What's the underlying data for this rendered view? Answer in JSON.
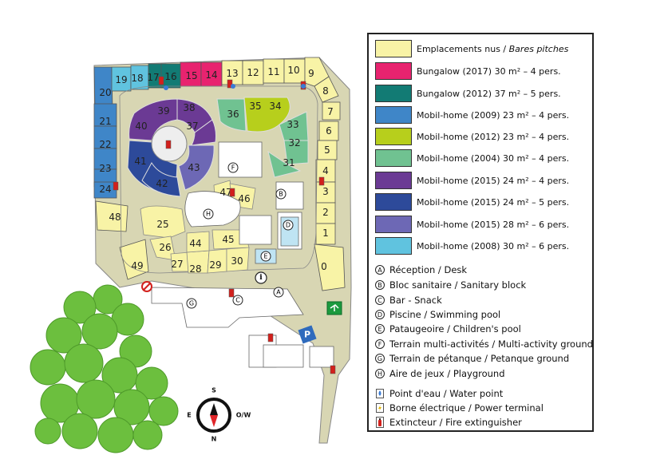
{
  "legend": {
    "categories": [
      {
        "label": "Emplacements nus / ",
        "label_italic": "Bares pitches",
        "color": "#f8f3a6"
      },
      {
        "label": "Bungalow (2017) 30 m² – 4 pers.",
        "label_italic": "",
        "color": "#e8236f"
      },
      {
        "label": "Bungalow (2012) 37 m² – 5 pers.",
        "label_italic": "",
        "color": "#127b74"
      },
      {
        "label": "Mobil-home (2009) 23 m² – 4 pers.",
        "label_italic": "",
        "color": "#3f86c8"
      },
      {
        "label": "Mobil-home (2012) 23 m² – 4 pers.",
        "label_italic": "",
        "color": "#b7cf1c"
      },
      {
        "label": "Mobil-home (2004) 30 m² – 4 pers.",
        "label_italic": "",
        "color": "#70c291"
      },
      {
        "label": "Mobil-home (2015) 24 m² – 4 pers.",
        "label_italic": "",
        "color": "#6b3a94"
      },
      {
        "label": "Mobil-home (2015) 24 m² – 5 pers.",
        "label_italic": "",
        "color": "#2d4a9a"
      },
      {
        "label": "Mobil-home (2015) 28 m² – 6 pers.",
        "label_italic": "",
        "color": "#6d68b5"
      },
      {
        "label": "Mobil-home (2008) 30 m² – 6 pers.",
        "label_italic": "",
        "color": "#60c3df"
      }
    ],
    "facilities": [
      {
        "letter": "A",
        "label": "Réception / Desk"
      },
      {
        "letter": "B",
        "label": "Bloc sanitaire / Sanitary block"
      },
      {
        "letter": "C",
        "label": "Bar - Snack"
      },
      {
        "letter": "D",
        "label": "Piscine / Swimming pool"
      },
      {
        "letter": "E",
        "label": "Pataugeoire / Children's pool"
      },
      {
        "letter": "F",
        "label": "Terrain multi-activités / Multi-activity ground"
      },
      {
        "letter": "G",
        "label": "Terrain de pétanque / Petanque ground"
      },
      {
        "letter": "H",
        "label": "Aire de jeux / Playground"
      }
    ],
    "symbols": [
      {
        "icon": "water-point-icon",
        "label": "Point d'eau / Water point"
      },
      {
        "icon": "power-terminal-icon",
        "label": "Borne électrique / Power terminal"
      },
      {
        "icon": "fire-extinguisher-icon",
        "label": "Extincteur / Fire extinguisher"
      }
    ]
  },
  "map": {
    "lot_numbers": [
      "0",
      "1",
      "2",
      "3",
      "4",
      "5",
      "6",
      "7",
      "8",
      "9",
      "10",
      "11",
      "12",
      "13",
      "14",
      "15",
      "16",
      "17",
      "18",
      "19",
      "20",
      "21",
      "22",
      "23",
      "24",
      "25",
      "26",
      "27",
      "28",
      "29",
      "30",
      "31",
      "32",
      "33",
      "34",
      "35",
      "36",
      "37",
      "38",
      "39",
      "40",
      "41",
      "42",
      "43",
      "44",
      "45",
      "46",
      "47",
      "48",
      "49"
    ],
    "facility_letters": [
      "A",
      "B",
      "C",
      "D",
      "E",
      "F",
      "G",
      "H"
    ],
    "info_glyph": "i",
    "parking_glyph": "P"
  },
  "compass": {
    "north": "N",
    "south": "S",
    "east": "E",
    "west": "O/W"
  }
}
